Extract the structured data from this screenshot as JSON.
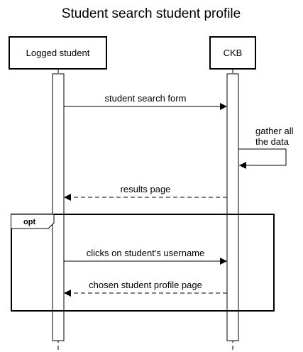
{
  "title": "Student search student profile",
  "participants": {
    "student": {
      "label": "Logged student"
    },
    "ckb": {
      "label": "CKB"
    }
  },
  "messages": [
    {
      "from": "student",
      "to": "ckb",
      "label": "student search form",
      "style": "solid"
    },
    {
      "from": "ckb",
      "to": "ckb",
      "label_lines": [
        "gather all",
        "the data"
      ],
      "style": "self"
    },
    {
      "from": "ckb",
      "to": "student",
      "label": "results page",
      "style": "dashed"
    },
    {
      "from": "student",
      "to": "ckb",
      "label": "clicks on student's username",
      "style": "solid"
    },
    {
      "from": "ckb",
      "to": "student",
      "label": "chosen student profile page",
      "style": "dashed"
    }
  ],
  "fragment": {
    "operator": "opt"
  },
  "colors": {
    "line": "#000000",
    "background": "#ffffff"
  }
}
